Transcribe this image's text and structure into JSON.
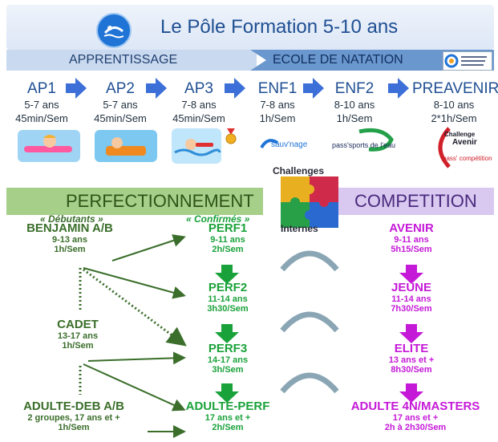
{
  "header": {
    "title": "Le Pôle Formation  5-10 ans",
    "left_band": "APPRENTISSAGE",
    "right_band": "ECOLE DE NATATION"
  },
  "steps": [
    {
      "name": "AP1",
      "age": "5-7 ans",
      "time": "45min/Sem"
    },
    {
      "name": "AP2",
      "age": "5-7 ans",
      "time": "45min/Sem"
    },
    {
      "name": "AP3",
      "age": "7-8 ans",
      "time": "45min/Sem"
    },
    {
      "name": "ENF1",
      "age": "7-8 ans",
      "time": "1h/Sem"
    },
    {
      "name": "ENF2",
      "age": "8-10 ans",
      "time": "1h/Sem"
    },
    {
      "name": "PREAVENIR",
      "age": "8-10 ans",
      "time": "2*1h/Sem"
    }
  ],
  "badges": {
    "sauv_nage": "sauv'nage",
    "pass_sports": "pass'sports de l'eau",
    "challenge": "Challenge",
    "avenir": "Avenir",
    "pass_competition": "pass' compétition"
  },
  "perf": {
    "title": "PERFECTIONNEMENT",
    "debutants": "« Débutants »",
    "confirmes": "« Confirmés »"
  },
  "competition_title": "COMPETITION",
  "challenges": {
    "top": "Challenges",
    "bottom": "Internes"
  },
  "left_groups": [
    {
      "name": "BENJAMIN A/B",
      "age": "9-13 ans",
      "time": "1h/Sem"
    },
    {
      "name": "CADET",
      "age": "13-17 ans",
      "time": "1h/Sem"
    },
    {
      "name": "ADULTE-DEB A/B",
      "age": "2 groupes, 17 ans et +",
      "time": "1h/Sem"
    }
  ],
  "perf_groups": [
    {
      "name": "PERF1",
      "age": "9-11 ans",
      "time": "2h/Sem"
    },
    {
      "name": "PERF2",
      "age": "11-14 ans",
      "time": "3h30/Sem"
    },
    {
      "name": "PERF3",
      "age": "14-17 ans",
      "time": "3h/Sem"
    },
    {
      "name": "ADULTE-PERF",
      "age": "17 ans et +",
      "time": "2h/Sem"
    }
  ],
  "comp_groups": [
    {
      "name": "AVENIR",
      "age": "9-11 ans",
      "time": "5h15/Sem"
    },
    {
      "name": "JEUNE",
      "age": "11-14 ans",
      "time": "7h30/Sem"
    },
    {
      "name": "ELITE",
      "age": "13 ans et +",
      "time": "8h30/Sem"
    },
    {
      "name": "ADULTE 4N/MASTERS",
      "age": "17 ans et +",
      "time": "2h à 2h30/Sem"
    }
  ],
  "colors": {
    "primary_blue": "#1f4f93",
    "arrow_blue": "#3c6fd8",
    "perf_green": "#a6cf8a",
    "dark_green": "#3a6e2a",
    "bright_green": "#1aa23a",
    "magenta": "#c519d8",
    "comp_lilac": "#d9c9f0"
  }
}
